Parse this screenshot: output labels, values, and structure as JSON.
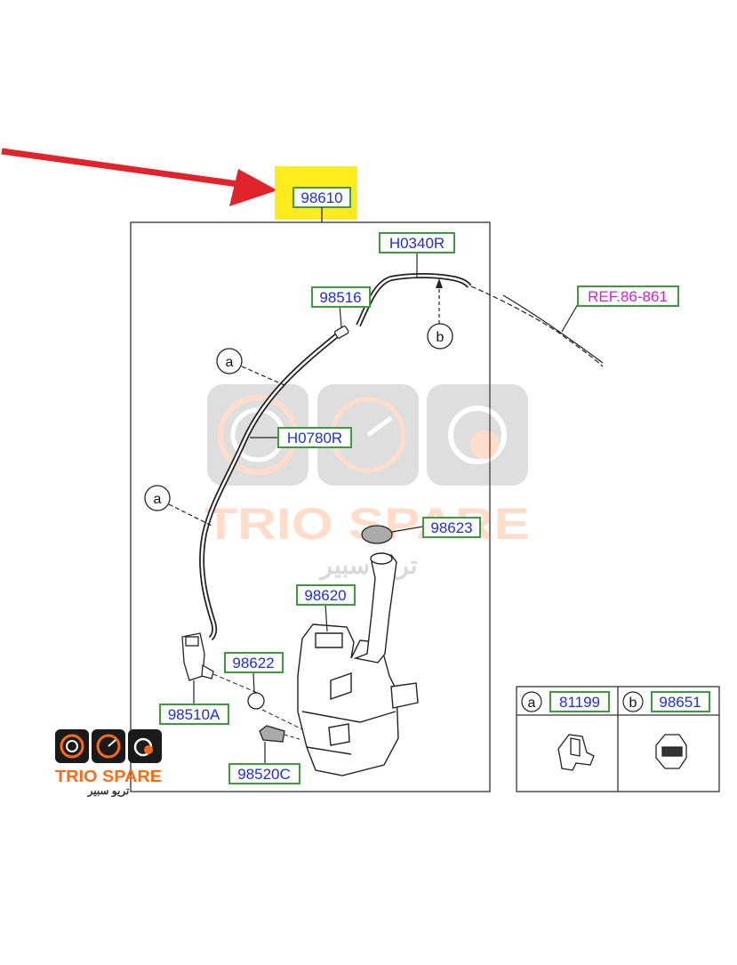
{
  "diagram": {
    "main_part": "98610",
    "parts": {
      "p98516": "98516",
      "h0340r": "H0340R",
      "h0780r": "H0780R",
      "p98623": "98623",
      "p98620": "98620",
      "p98622": "98622",
      "p98510a": "98510A",
      "p98520c": "98520C"
    },
    "reference": "REF.86-861",
    "callouts": {
      "a": "a",
      "b": "b"
    },
    "legend": {
      "a": {
        "letter": "a",
        "part": "81199"
      },
      "b": {
        "letter": "b",
        "part": "98651"
      }
    }
  },
  "watermark": {
    "brand": "TRIO SPARE",
    "arabic": "تريو سبير"
  },
  "logo": {
    "brand": "TRIO SPARE",
    "arabic": "تريو سبير"
  },
  "colors": {
    "arrow": "#e0242a",
    "highlight": "#ffeb1e",
    "part_text": "#1f2fd6",
    "label_border": "#3e9a3e",
    "ref_text": "#d11fd1",
    "logo_orange": "#ff6a13"
  }
}
